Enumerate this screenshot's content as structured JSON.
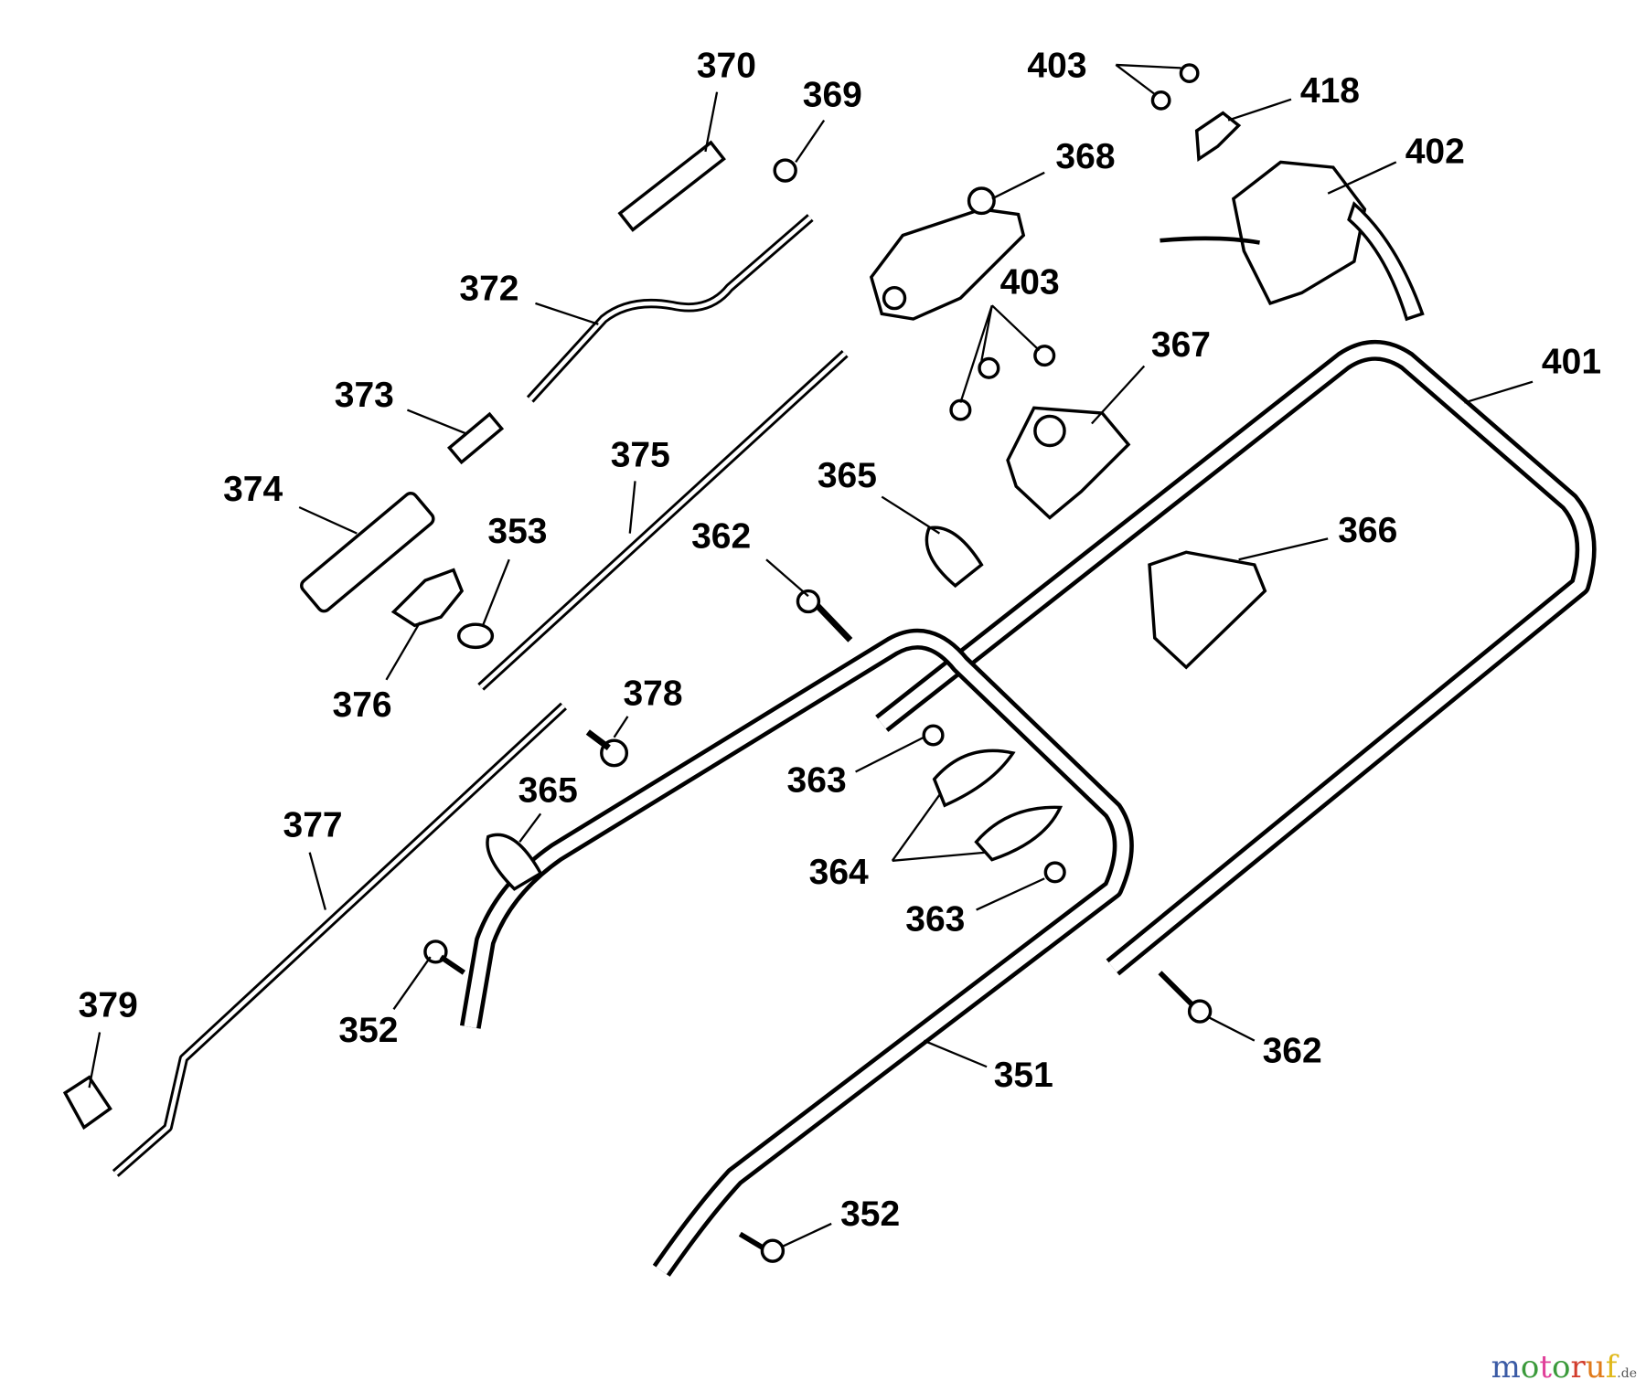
{
  "title": "Handle assembly exploded parts diagram",
  "part_labels": [
    "370",
    "369",
    "403",
    "418",
    "368",
    "402",
    "372",
    "403",
    "367",
    "401",
    "373",
    "375",
    "365",
    "374",
    "353",
    "362",
    "366",
    "376",
    "378",
    "363",
    "365",
    "377",
    "364",
    "363",
    "379",
    "352",
    "351",
    "362",
    "352"
  ],
  "watermark": {
    "text": "motoruf",
    "suffix": ".de",
    "colors": [
      "#3b5ba5",
      "#3b9a3b",
      "#e0409a",
      "#3b9a3b",
      "#d23c2c",
      "#e07a1a",
      "#e0b81a"
    ]
  }
}
